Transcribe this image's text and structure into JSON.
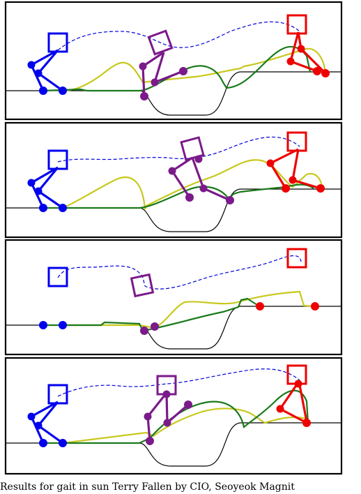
{
  "caption": "Results for gait in sun Terry Fallen by CIO, Seoyeok Magnit",
  "colors": {
    "frame": "#000000",
    "terrain": "#000000",
    "start_robot": "#0000ee",
    "mid_robot": "#7b1a8a",
    "end_robot": "#ee0000",
    "com_path": "#0000dd",
    "foot_path_a": "#c8c81e",
    "foot_path_b": "#1a7a1a"
  },
  "panels": [
    {
      "name": "panel-1",
      "mid_pose": "stance-bent",
      "end_pose": "crouched"
    },
    {
      "name": "panel-2",
      "mid_pose": "stance-leaning",
      "end_pose": "crouched"
    },
    {
      "name": "panel-3",
      "mid_pose": "box-only",
      "end_pose": "box-only"
    },
    {
      "name": "panel-4",
      "mid_pose": "stance-upright",
      "end_pose": "leg-bent"
    }
  ]
}
